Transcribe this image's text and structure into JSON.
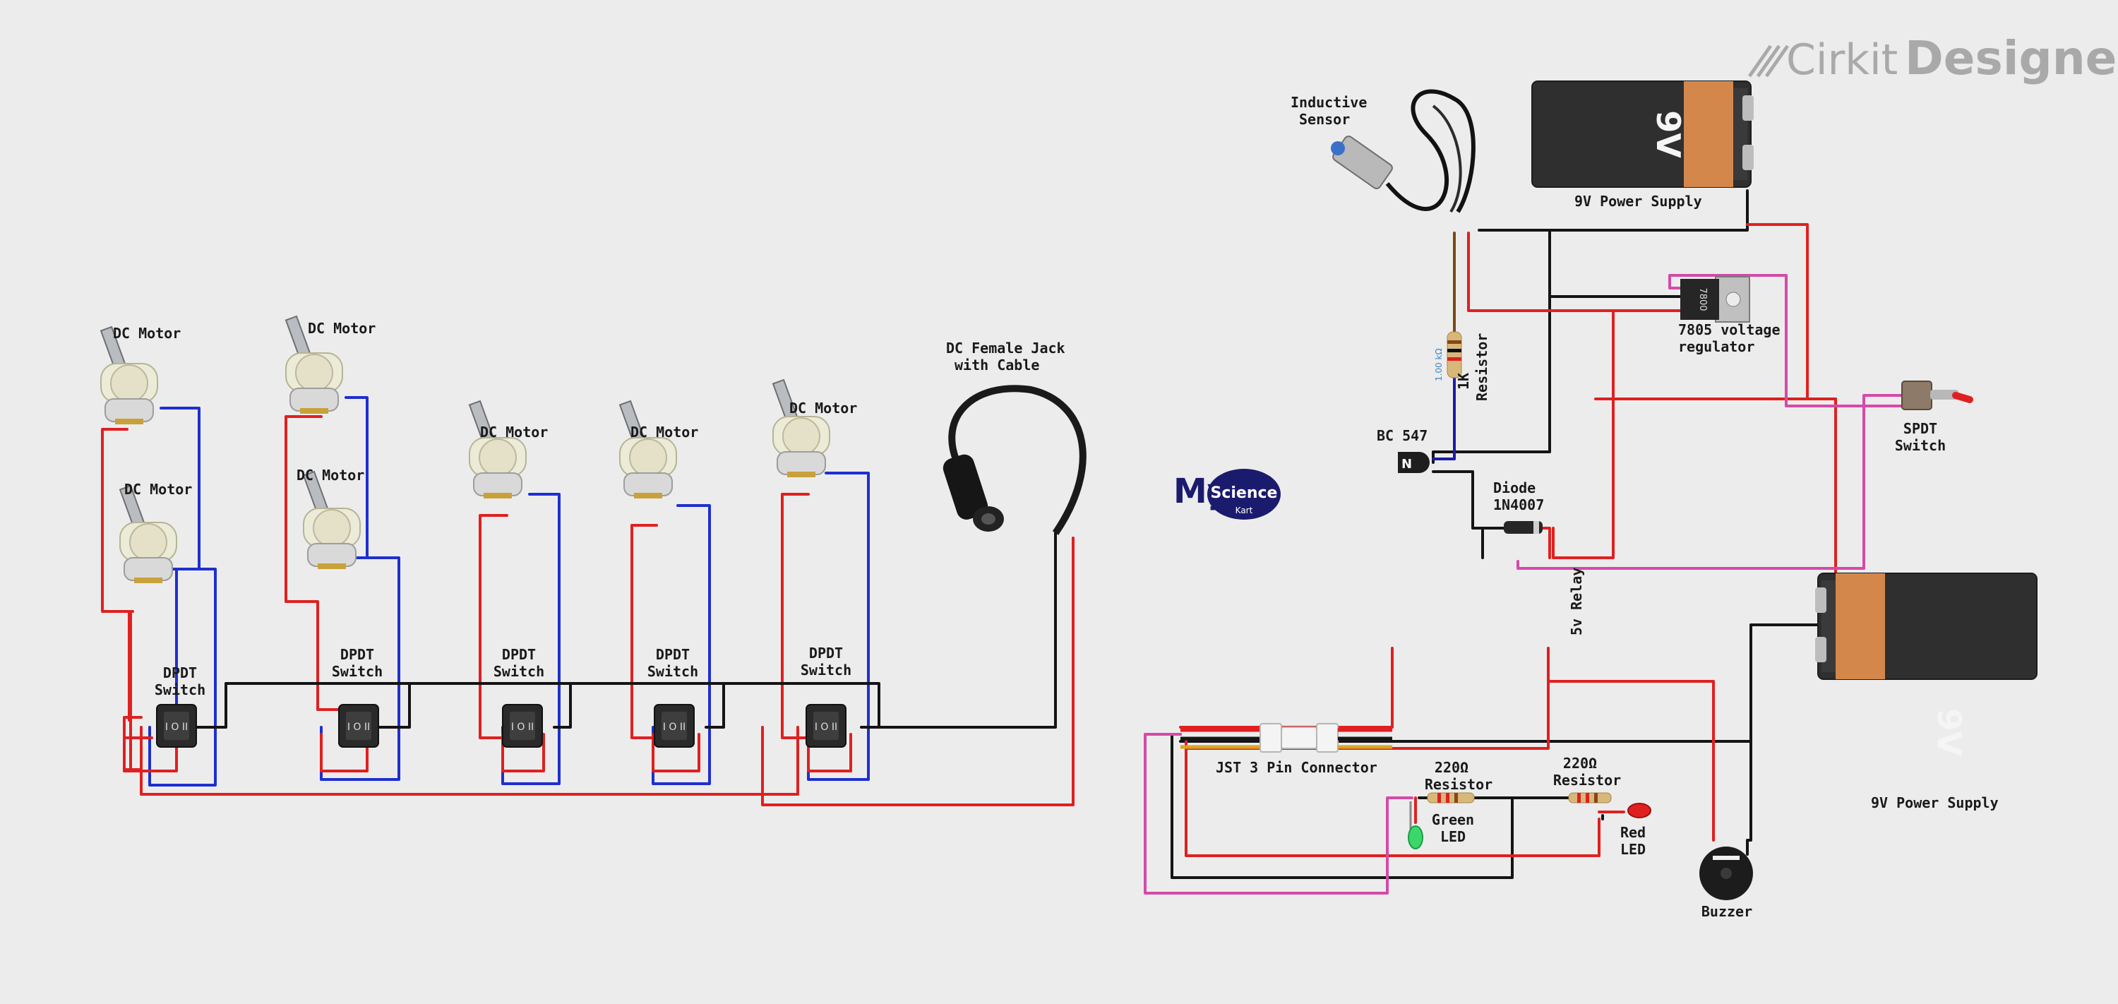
{
  "brand": {
    "logo_prefix": "Cirkit",
    "logo_suffix": "Designer"
  },
  "watermark": {
    "line1": "My",
    "line2": "Science",
    "line3": "Kart"
  },
  "components": {
    "motor_label": "DC Motor",
    "dpdt_line1": "DPDT",
    "dpdt_line2": "Switch",
    "jack_line1": "DC Female Jack",
    "jack_line2": "with Cable",
    "sensor_line1": "Inductive",
    "sensor_line2": "Sensor",
    "battery_label": "9V Power Supply",
    "battery_text": "9V",
    "regulator_line1": "7805 voltage",
    "regulator_line2": "regulator",
    "regulator_chip": "7800",
    "spdt_line1": "SPDT",
    "spdt_line2": "Switch",
    "resistor1k_line1": "1K",
    "resistor1k_line2": "Resistor",
    "resistor1k_value": "1.00 kΩ",
    "transistor_label": "BC 547",
    "transistor_mark": "N",
    "diode_line1": "Diode",
    "diode_line2": "1N4007",
    "relay_label": "5v Relay",
    "jst_label": "JST 3 Pin Connector",
    "r220_line1": "220Ω",
    "r220_line2": "Resistor",
    "green_led_line1": "Green",
    "green_led_line2": "LED",
    "red_led_line1": "Red",
    "red_led_line2": "LED",
    "buzzer_label": "Buzzer"
  },
  "colors": {
    "wire_red": "#e02020",
    "wire_black": "#141414",
    "wire_blue": "#1e2fd0",
    "wire_magenta": "#d44aa8",
    "battery_orange": "#d4874b",
    "background": "#ececec"
  }
}
